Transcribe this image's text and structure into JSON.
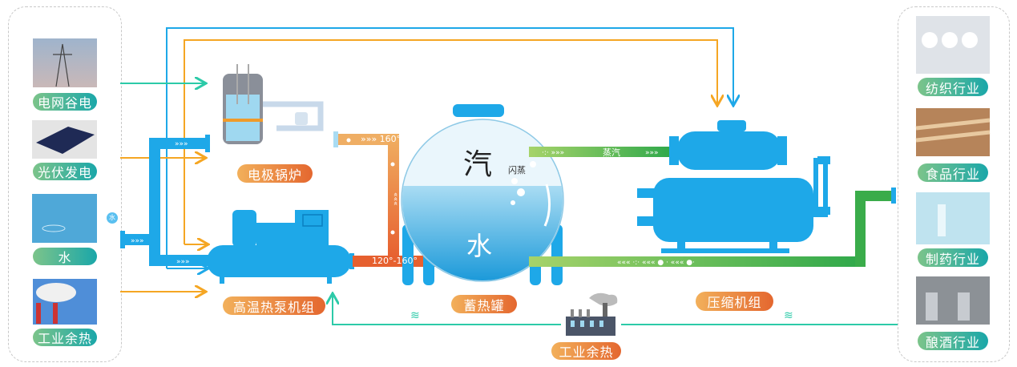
{
  "sources": [
    {
      "label": "电网谷电",
      "icon": "power-grid-photo"
    },
    {
      "label": "光伏发电",
      "icon": "solar-panel-photo"
    },
    {
      "label": "水",
      "icon": "water-photo"
    },
    {
      "label": "工业余热",
      "icon": "smokestack-photo"
    }
  ],
  "water_badge": "水",
  "equipment": {
    "boiler": "电极锅炉",
    "heat_pump": "高温热泵机组",
    "tank": "蓄热罐",
    "compressor": "压缩机组",
    "waste_heat": "工业余热"
  },
  "tank_text": {
    "steam": "汽",
    "flash": "闪蒸",
    "water": "水"
  },
  "pipes": {
    "boiler_out": "»»» 160°",
    "pump_out": "120°-160°",
    "steam": "蒸汽"
  },
  "industries": [
    {
      "label": "纺织行业",
      "icon": "textile-photo"
    },
    {
      "label": "食品行业",
      "icon": "food-photo"
    },
    {
      "label": "制药行业",
      "icon": "pharma-photo"
    },
    {
      "label": "酿酒行业",
      "icon": "brewery-photo"
    }
  ],
  "colors": {
    "blue": "#1ea8e8",
    "orange": "#f5a623",
    "teal": "#2ccaa8",
    "green": "#5fb946",
    "pipe_orange": "#e76a34"
  }
}
